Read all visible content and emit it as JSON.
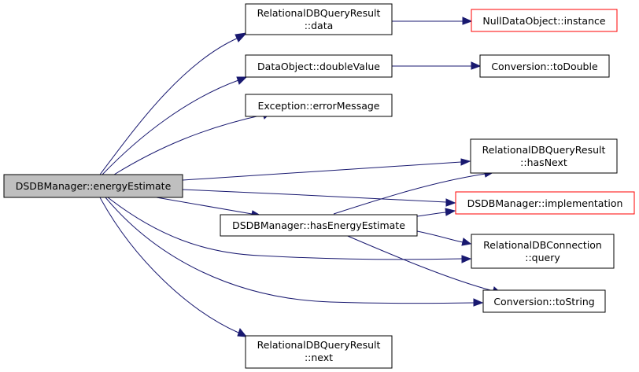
{
  "nodes": {
    "root": {
      "lines": [
        "DSDBManager::energyEstimate"
      ]
    },
    "qr_data": {
      "lines": [
        "RelationalDBQueryResult",
        "::data"
      ]
    },
    "nulldata": {
      "lines": [
        "NullDataObject::instance"
      ]
    },
    "doublevalue": {
      "lines": [
        "DataObject::doubleValue"
      ]
    },
    "todouble": {
      "lines": [
        "Conversion::toDouble"
      ]
    },
    "errormessage": {
      "lines": [
        "Exception::errorMessage"
      ]
    },
    "hasnext": {
      "lines": [
        "RelationalDBQueryResult",
        "::hasNext"
      ]
    },
    "implementation": {
      "lines": [
        "DSDBManager::implementation"
      ]
    },
    "hasenergy": {
      "lines": [
        "DSDBManager::hasEnergyEstimate"
      ]
    },
    "query": {
      "lines": [
        "RelationalDBConnection",
        "::query"
      ]
    },
    "tostring": {
      "lines": [
        "Conversion::toString"
      ]
    },
    "next": {
      "lines": [
        "RelationalDBQueryResult",
        "::next"
      ]
    }
  },
  "edges": [
    {
      "from": "DSDBManager::energyEstimate",
      "to": "RelationalDBQueryResult::data"
    },
    {
      "from": "DSDBManager::energyEstimate",
      "to": "DataObject::doubleValue"
    },
    {
      "from": "DSDBManager::energyEstimate",
      "to": "Exception::errorMessage"
    },
    {
      "from": "DSDBManager::energyEstimate",
      "to": "RelationalDBQueryResult::hasNext"
    },
    {
      "from": "DSDBManager::energyEstimate",
      "to": "DSDBManager::implementation"
    },
    {
      "from": "DSDBManager::energyEstimate",
      "to": "DSDBManager::hasEnergyEstimate"
    },
    {
      "from": "DSDBManager::energyEstimate",
      "to": "RelationalDBConnection::query"
    },
    {
      "from": "DSDBManager::energyEstimate",
      "to": "Conversion::toString"
    },
    {
      "from": "DSDBManager::energyEstimate",
      "to": "RelationalDBQueryResult::next"
    },
    {
      "from": "RelationalDBQueryResult::data",
      "to": "NullDataObject::instance"
    },
    {
      "from": "DataObject::doubleValue",
      "to": "Conversion::toDouble"
    },
    {
      "from": "DSDBManager::hasEnergyEstimate",
      "to": "RelationalDBQueryResult::hasNext"
    },
    {
      "from": "DSDBManager::hasEnergyEstimate",
      "to": "DSDBManager::implementation"
    },
    {
      "from": "DSDBManager::hasEnergyEstimate",
      "to": "RelationalDBConnection::query"
    },
    {
      "from": "DSDBManager::hasEnergyEstimate",
      "to": "Conversion::toString"
    }
  ],
  "colors": {
    "edge": "#191970",
    "root_fill": "#bfbfbf",
    "node_border": "#000000",
    "link_border_red": "#ff0000"
  }
}
